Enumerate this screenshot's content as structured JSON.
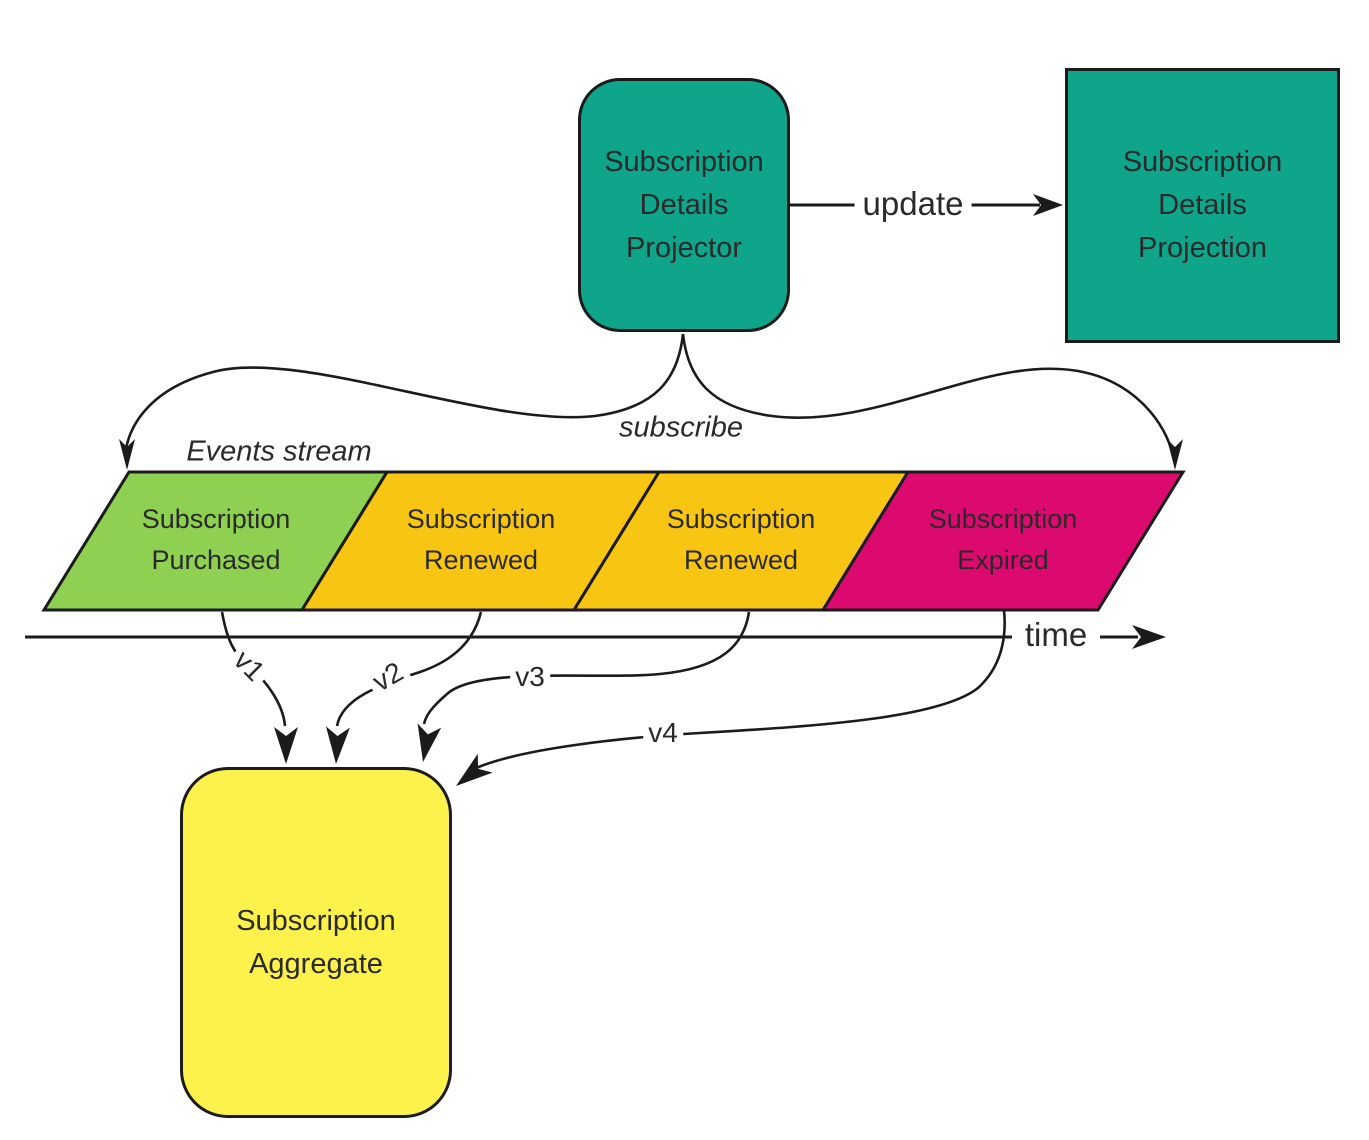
{
  "colors": {
    "teal": "#0ea58a",
    "green": "#8dd052",
    "amber": "#f9c513",
    "magenta": "#dc0a6e",
    "yellow": "#fdf24c",
    "stroke": "#1b1b1b",
    "text": "#2a2a2a"
  },
  "boxes": {
    "projector": {
      "label": "Subscription\nDetails\nProjector"
    },
    "projection": {
      "label": "Subscription\nDetails\nProjection"
    },
    "aggregate": {
      "label": "Subscription\nAggregate"
    }
  },
  "stream": {
    "title": "Events stream",
    "events": [
      {
        "label": "Subscription\nPurchased",
        "color": "#8dd052"
      },
      {
        "label": "Subscription\nRenewed",
        "color": "#f9c513"
      },
      {
        "label": "Subscription\nRenewed",
        "color": "#f9c513"
      },
      {
        "label": "Subscription\nExpired",
        "color": "#dc0a6e"
      }
    ]
  },
  "labels": {
    "update": "update",
    "subscribe": "subscribe",
    "time": "time",
    "versions": [
      "v1",
      "v2",
      "v3",
      "v4"
    ]
  }
}
